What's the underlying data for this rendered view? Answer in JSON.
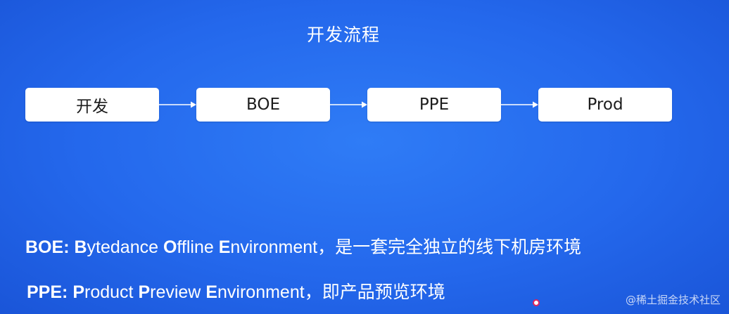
{
  "title": "开发流程",
  "flow": {
    "steps": [
      "开发",
      "BOE",
      "PPE",
      "Prod"
    ]
  },
  "definitions": [
    {
      "abbr": "BOE",
      "colon": ":",
      "w1_initial": "B",
      "w1_rest": "ytedance",
      "w2_initial": "O",
      "w2_rest": "ffline",
      "w3_initial": "E",
      "w3_rest": "nvironment",
      "sep": "，",
      "desc": "是一套完全独立的线下机房环境"
    },
    {
      "abbr": "PPE",
      "colon": ":",
      "w1_initial": "P",
      "w1_rest": "roduct",
      "w2_initial": "P",
      "w2_rest": "review",
      "w3_initial": "E",
      "w3_rest": "nvironment",
      "sep": "，",
      "desc": "即产品预览环境"
    }
  ],
  "watermark": "@稀土掘金技术社区"
}
